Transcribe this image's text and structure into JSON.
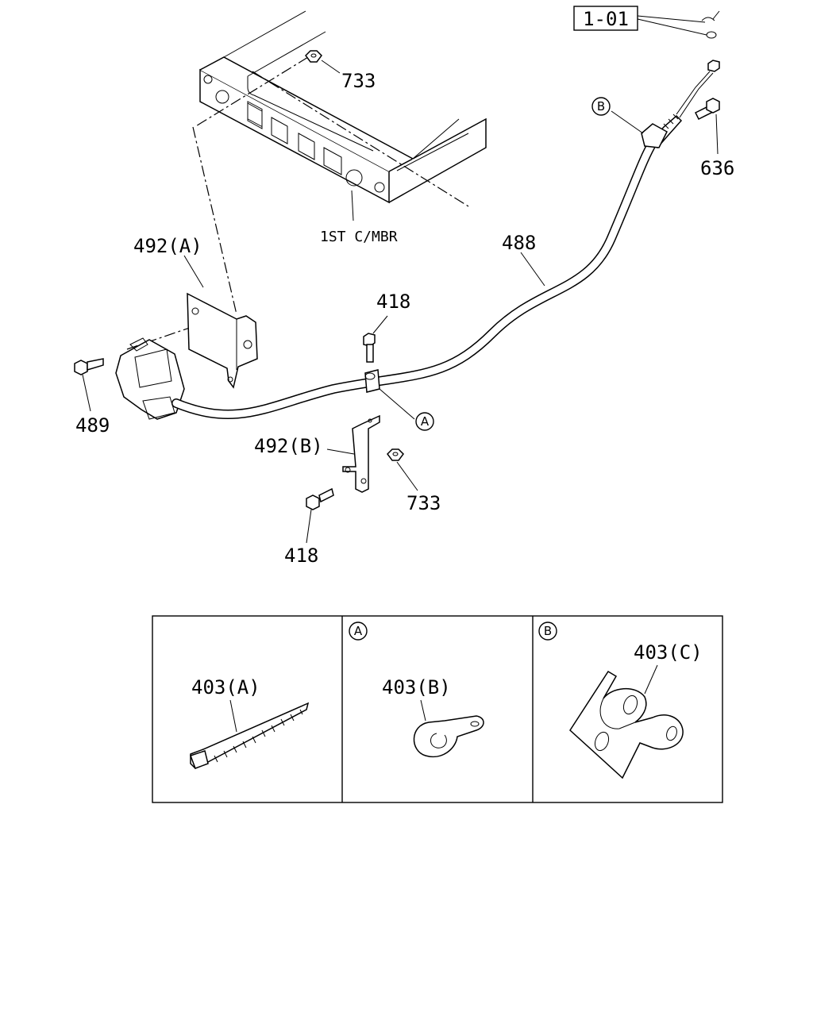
{
  "figure_ref": "1-01",
  "labels": {
    "nut_top": "733",
    "bolt_right": "636",
    "crossmember": "1ST C/MBR",
    "bracket_a": "492(A)",
    "cable": "488",
    "bolt_mid": "418",
    "bolt_left": "489",
    "bracket_b": "492(B)",
    "nut_lower": "733",
    "bolt_lower": "418"
  },
  "callouts": {
    "a": "A",
    "b": "B"
  },
  "detail_panels": [
    {
      "marker": "",
      "part": "403(A)"
    },
    {
      "marker": "A",
      "part": "403(B)"
    },
    {
      "marker": "B",
      "part": "403(C)"
    }
  ]
}
